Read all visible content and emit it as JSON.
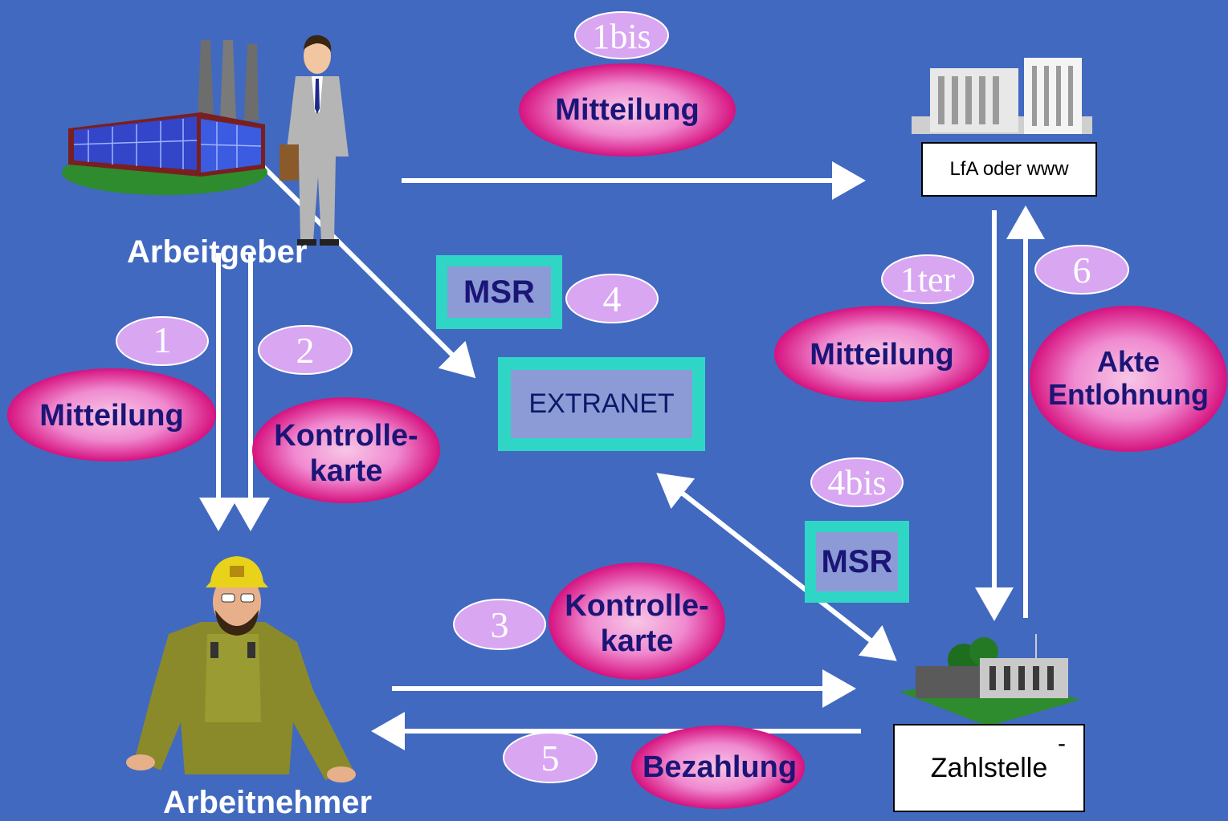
{
  "nodes": {
    "employer_label": "Arbeitgeber",
    "employee_label": "Arbeitnehmer",
    "lfa_label": "LfA oder www",
    "paying_agency_label": "Zahlstelle",
    "paying_agency_dash": "-",
    "extranet_label": "EXTRANET"
  },
  "steps": {
    "s1": "1",
    "s1bis": "1bis",
    "s1ter": "1ter",
    "s2": "2",
    "s3": "3",
    "s4": "4",
    "s4bis": "4bis",
    "s5": "5",
    "s6": "6"
  },
  "labels": {
    "mitteilung_1": "Mitteilung",
    "mitteilung_1bis": "Mitteilung",
    "mitteilung_1ter": "Mitteilung",
    "kontrollkarte_2_line1": "Kontrolle-",
    "kontrollkarte_2_line2": "karte",
    "kontrollkarte_3_line1": "Kontrolle-",
    "kontrollkarte_3_line2": "karte",
    "akte_line1": "Akte",
    "akte_line2": "Entlohnung",
    "bezahlung": "Bezahlung",
    "msr_4": "MSR",
    "msr_4bis": "MSR"
  },
  "colors": {
    "background": "#4169c0",
    "magenta_ellipse": "#d6127f",
    "pink_fill": "#f4a6d7",
    "lavender_badge": "#d9a6f2",
    "teal_frame": "#2fd6c6",
    "teal_inner": "#8c9bd6",
    "label_text": "#1b1577",
    "arrow": "#ffffff"
  }
}
